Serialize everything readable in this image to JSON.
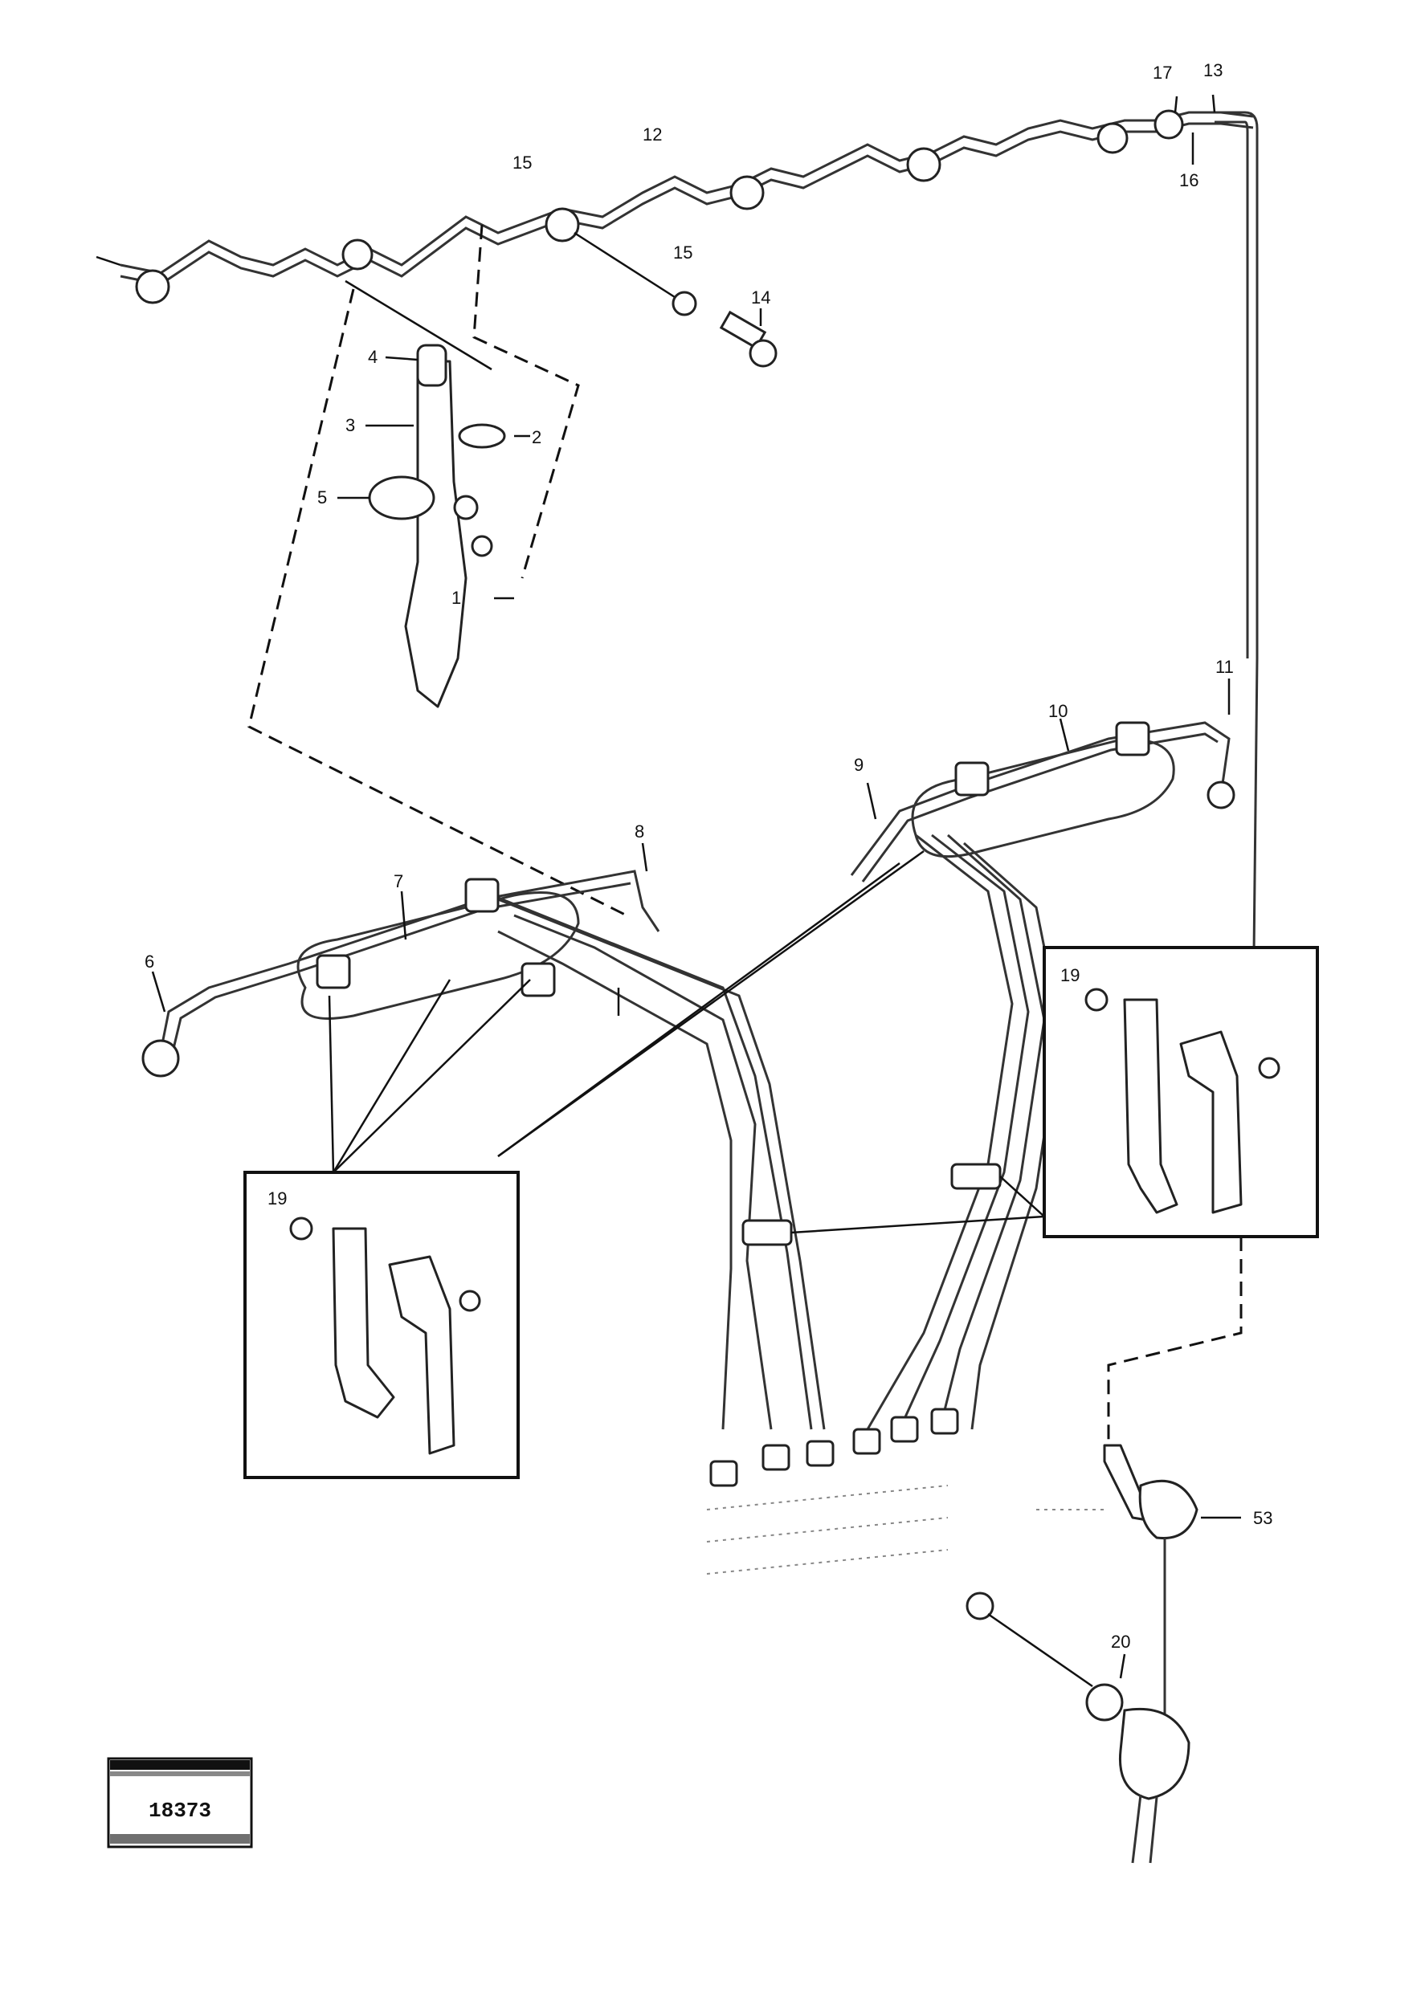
{
  "callouts": {
    "c1": "1",
    "c2": "2",
    "c3": "3",
    "c4": "4",
    "c5": "5",
    "c6": "6",
    "c7": "7",
    "c8": "8",
    "c9": "9",
    "c10": "10",
    "c11": "11",
    "c12": "12",
    "c13": "13",
    "c14": "14",
    "c15a": "15",
    "c15b": "15",
    "c16": "16",
    "c17": "17",
    "c19a": "19",
    "c19b": "19",
    "c20": "20",
    "c53": "53"
  },
  "stamp": {
    "number": "18373"
  }
}
